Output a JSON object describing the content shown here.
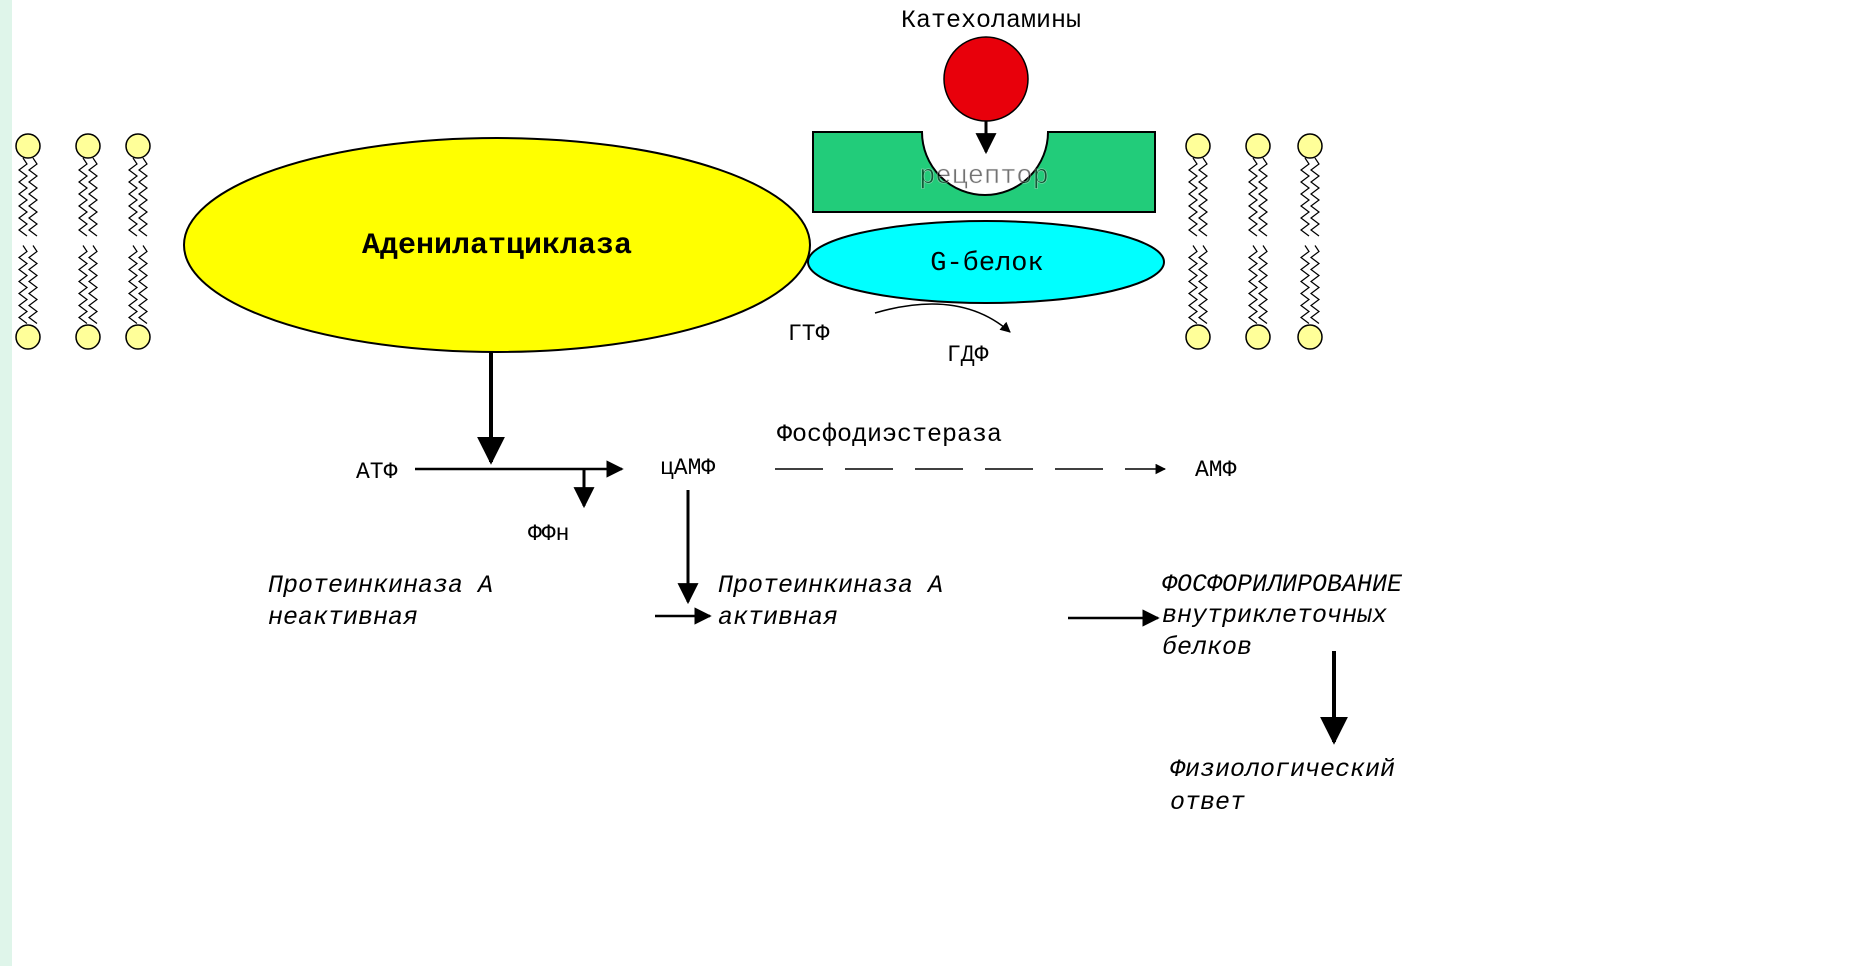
{
  "labels": {
    "catecholamines": "Катехоламины",
    "adenylate_cyclase": "Аденилатциклаза",
    "receptor": "рецептор",
    "g_protein": "G-белок",
    "gtp": "ГТФ",
    "gdp": "ГДФ",
    "atp": "АТФ",
    "ppn": "ФФн",
    "camp": "цАМФ",
    "phosphodiesterase": "Фосфодиэстераза",
    "amp": "АМФ",
    "pka_inactive_line1": "Протеинкиназа А",
    "pka_inactive_line2": "неактивная",
    "pka_active_line1": "Протеинкиназа А",
    "pka_active_line2": "активная",
    "phosphorylation_line1": "ФОСФОРИЛИРОВАНИЕ",
    "phosphorylation_line2": "внутриклеточных",
    "phosphorylation_line3": "белков",
    "response_line1": "Физиологический",
    "response_line2": "ответ"
  },
  "colors": {
    "ligand": "#e8000b",
    "adenylate_cyclase": "#ffff00",
    "receptor": "#22cc7a",
    "g_protein": "#00ffff",
    "lipid_head": "#ffff99",
    "sidebar": "#dff5ea"
  }
}
